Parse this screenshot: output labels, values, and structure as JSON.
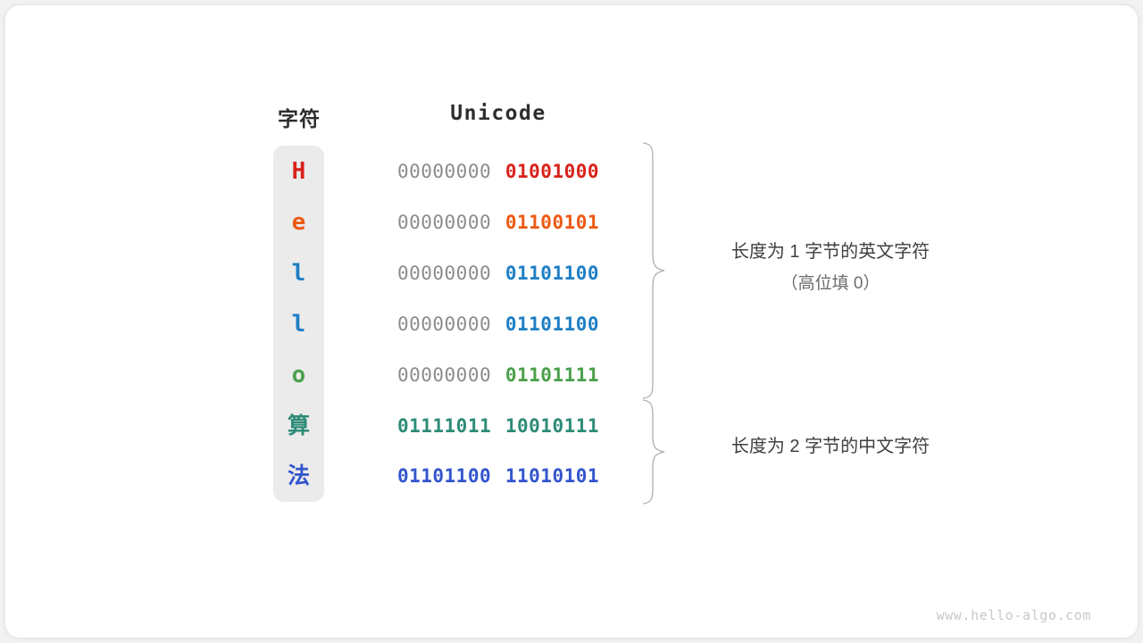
{
  "headers": {
    "character": "字符",
    "unicode": "Unicode"
  },
  "colors": {
    "red": "#d8221b",
    "orange": "#ec5a13",
    "blue": "#1e7fc4",
    "green": "#4ba04b",
    "teal": "#2e8b77",
    "indigo": "#3355cc",
    "pad_gray": "#8c8c8c",
    "pill_bg": "#ebebeb",
    "brace": "#b0b0b0"
  },
  "rows": [
    {
      "char": "H",
      "high_byte": "00000000",
      "low_byte": "01001000",
      "color": "#d8221b",
      "padded": true,
      "cjk": false
    },
    {
      "char": "e",
      "high_byte": "00000000",
      "low_byte": "01100101",
      "color": "#ec5a13",
      "padded": true,
      "cjk": false
    },
    {
      "char": "l",
      "high_byte": "00000000",
      "low_byte": "01101100",
      "color": "#1e7fc4",
      "padded": true,
      "cjk": false
    },
    {
      "char": "l",
      "high_byte": "00000000",
      "low_byte": "01101100",
      "color": "#1e7fc4",
      "padded": true,
      "cjk": false
    },
    {
      "char": "o",
      "high_byte": "00000000",
      "low_byte": "01101111",
      "color": "#4ba04b",
      "padded": true,
      "cjk": false
    },
    {
      "char": "算",
      "high_byte": "01111011",
      "low_byte": "10010111",
      "color": "#2e8b77",
      "padded": false,
      "cjk": true
    },
    {
      "char": "法",
      "high_byte": "01101100",
      "low_byte": "11010101",
      "color": "#3355cc",
      "padded": false,
      "cjk": true
    }
  ],
  "annotations": [
    {
      "main": "长度为 1 字节的英文字符",
      "sub": "（高位填 0）"
    },
    {
      "main": "长度为 2 字节的中文字符",
      "sub": ""
    }
  ],
  "watermark": "www.hello-algo.com"
}
